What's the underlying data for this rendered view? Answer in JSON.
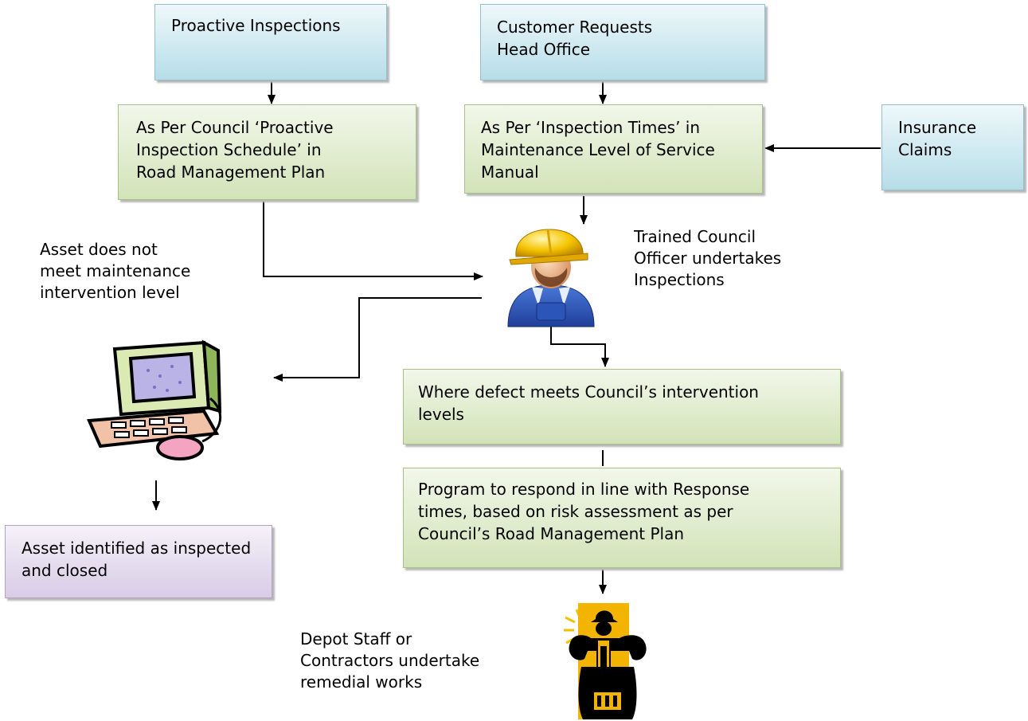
{
  "boxes": {
    "proactive": "Proactive Inspections",
    "customer": [
      "Customer Requests",
      "Head Office"
    ],
    "council_schedule": [
      "As Per Council ‘Proactive",
      "Inspection Schedule’ in",
      "Road Management Plan"
    ],
    "inspection_times": [
      "As Per ‘Inspection Times’ in",
      "Maintenance Level of Service",
      "Manual"
    ],
    "insurance": [
      "Insurance",
      "Claims"
    ],
    "defect": [
      "Where defect meets Council’s intervention",
      "levels"
    ],
    "program": [
      "Program to respond in line with Response",
      "times, based on risk assessment as per",
      "Council’s Road Management Plan"
    ],
    "asset_closed": [
      "Asset identified as inspected",
      "and closed"
    ]
  },
  "labels": {
    "asset_not_meet": [
      "Asset does not",
      "meet maintenance",
      "intervention level"
    ],
    "officer": [
      "Trained Council",
      "Officer undertakes",
      "Inspections"
    ],
    "depot": [
      "Depot Staff or",
      "Contractors undertake",
      "remedial works"
    ]
  },
  "icons": {
    "officer": "construction-worker-icon",
    "computer": "computer-icon",
    "depot": "road-worker-jackhammer-icon"
  }
}
